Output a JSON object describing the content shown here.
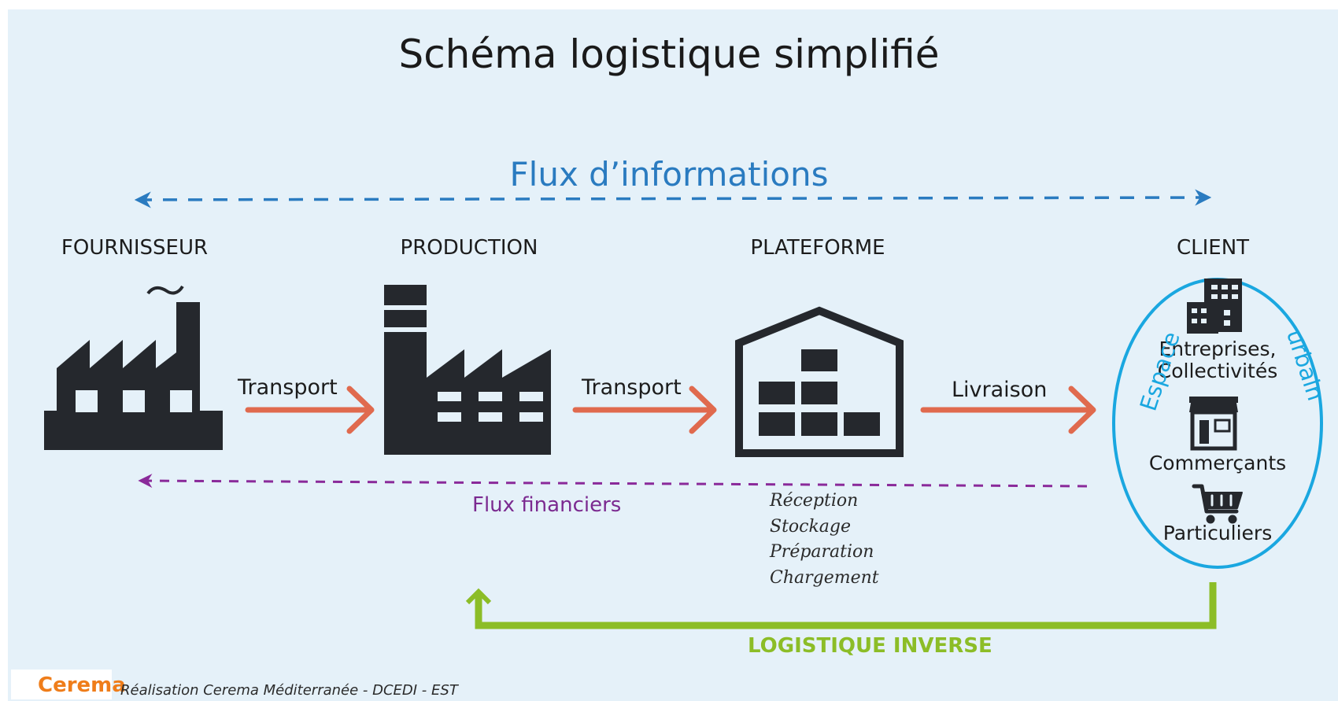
{
  "title": "Schéma logistique simplifié",
  "info_flow_label": "Flux d’informations",
  "stages": [
    {
      "label": "FOURNISSEUR",
      "icon": "supplier-factory-icon"
    },
    {
      "label": "PRODUCTION",
      "icon": "production-factory-icon"
    },
    {
      "label": "PLATEFORME",
      "icon": "warehouse-platform-icon"
    },
    {
      "label": "CLIENT",
      "icon": "client-area"
    }
  ],
  "links": [
    "Transport",
    "Transport",
    "Livraison"
  ],
  "financial_flow_label": "Flux financiers",
  "platform_operations": [
    "Réception",
    "Stockage",
    "Préparation",
    "Chargement"
  ],
  "client": {
    "zone_label_left": "Espace",
    "zone_label_right": "urbain",
    "business_line1": "Entreprises,",
    "business_line2": "Collectivités",
    "merchants": "Commerçants",
    "individuals": "Particuliers"
  },
  "reverse_logistics_label": "LOGISTIQUE INVERSE",
  "logo_text": "Cerema",
  "credit": "Réalisation Cerema Méditerranée - DCEDI - EST",
  "colors": {
    "background": "#e5f1f9",
    "info_flow": "#2a7bc0",
    "transport_arrow": "#e06a4e",
    "financial_flow": "#8a2a9a",
    "reverse_logistics": "#8cbd27",
    "client_ellipse": "#1aa7e0",
    "icon": "#25282d",
    "logo": "#ef7d1a"
  }
}
